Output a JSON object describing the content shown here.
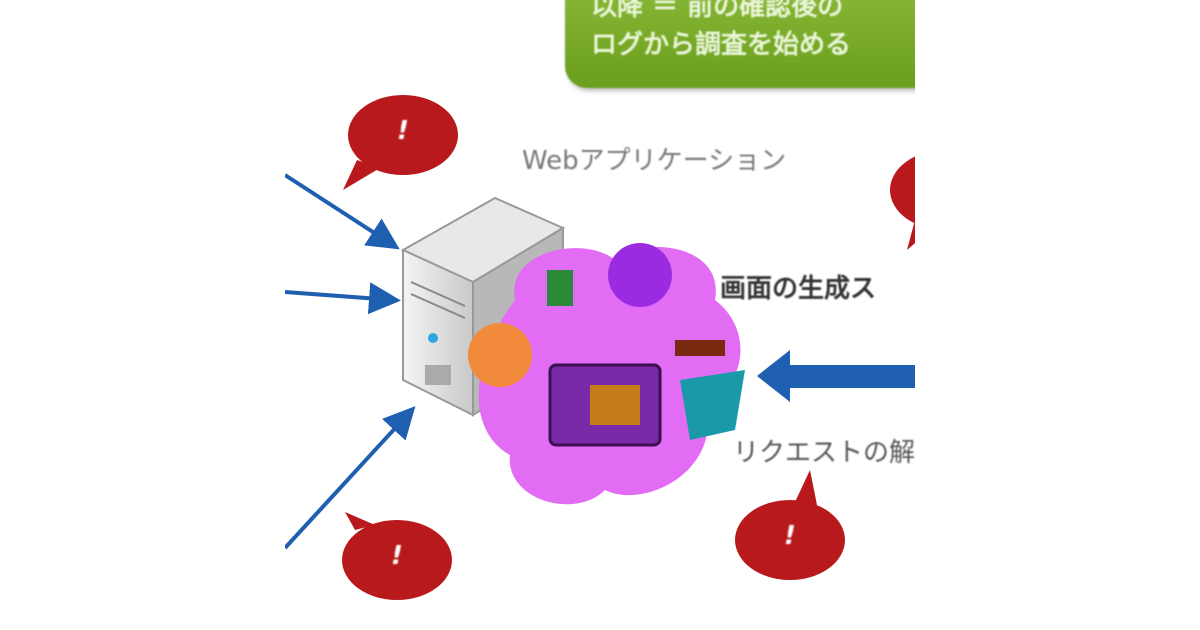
{
  "callout": {
    "line1": "以降 ＝ 前の確認後の",
    "line2": "ログから調査を始める"
  },
  "labels": {
    "web_app": "Webアプリケーション",
    "screen_gen": "画面の生成ス",
    "request": "リクエストの解"
  },
  "alert_mark": "!",
  "colors": {
    "green": "#77a826",
    "red": "#b8191c",
    "blue": "#1f5fb0",
    "purple": "#c050f0"
  }
}
